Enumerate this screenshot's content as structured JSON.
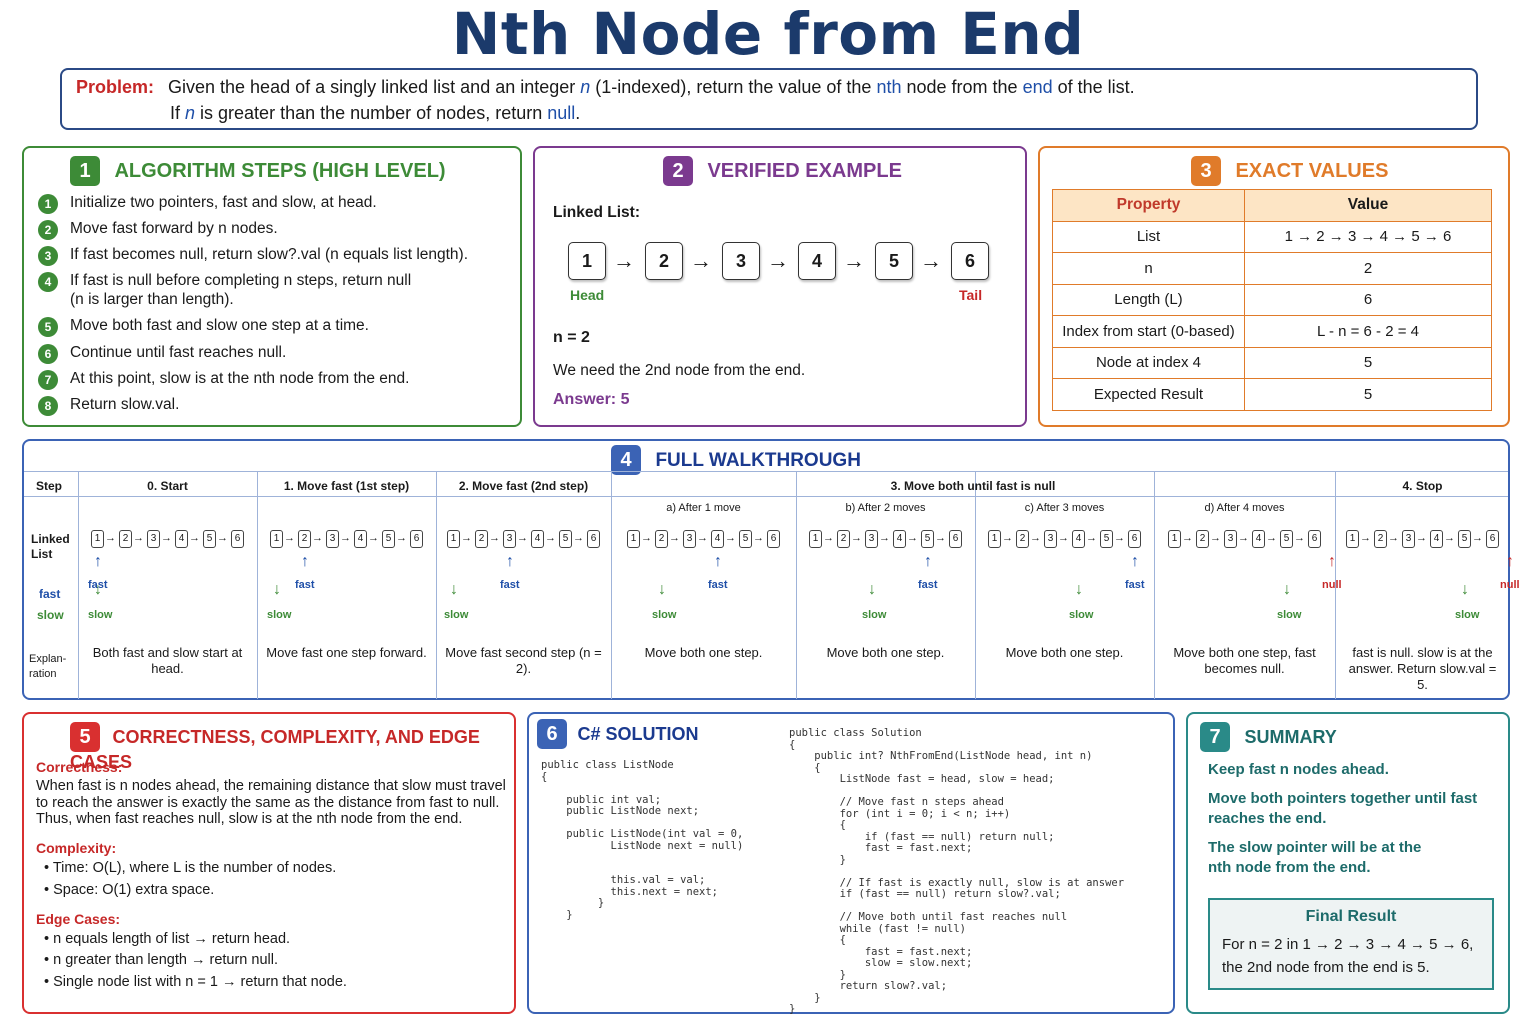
{
  "title": "Nth Node from End",
  "problem": {
    "label": "Problem:",
    "line1_a": "Given the head of a singly linked list and an integer ",
    "n": "n",
    "line1_b": " (1-indexed), return the value of the ",
    "nth": "nth",
    "line1_c": " node from the ",
    "end": "end",
    "line1_d": " of the list.",
    "line2_a": "If ",
    "line2_b": " is greater than the number of nodes, return ",
    "null": "null",
    "dot": "."
  },
  "panel1": {
    "num": "1",
    "title": "ALGORITHM STEPS (HIGH LEVEL)",
    "steps": [
      {
        "num": "1",
        "text": "Initialize two pointers, fast and slow, at head."
      },
      {
        "num": "2",
        "text": "Move fast forward by n nodes."
      },
      {
        "num": "3",
        "text": "If fast becomes null, return slow?.val (n equals list length)."
      },
      {
        "num": "4",
        "text": "If fast is null before completing n steps, return null",
        "text2": "(n is larger than length)."
      },
      {
        "num": "5",
        "text": "Move both fast and slow one step at a time."
      },
      {
        "num": "6",
        "text": "Continue until fast reaches null."
      },
      {
        "num": "7",
        "text": "At this point, slow is at the nth node from the end."
      },
      {
        "num": "8",
        "text": "Return slow.val."
      }
    ]
  },
  "panel2": {
    "num": "2",
    "title": "VERIFIED EXAMPLE",
    "list_label": "Linked List:",
    "nodes": [
      "1",
      "2",
      "3",
      "4",
      "5",
      "6"
    ],
    "arrow": "→",
    "head_label": "Head",
    "tail_label": "Tail",
    "n_eq": "n = 2",
    "need": "We need the 2nd node from the end.",
    "answer": "Answer: 5"
  },
  "panel3": {
    "num": "3",
    "title": "EXACT VALUES",
    "col1": "Property",
    "col2": "Value",
    "rows": [
      {
        "p": "List",
        "v": "1 → 2 → 3 → 4 → 5 → 6"
      },
      {
        "p": "n",
        "v": "2"
      },
      {
        "p": "Length (L)",
        "v": "6"
      },
      {
        "p": "Index from start (0-based)",
        "v": "L - n = 6 - 2 = 4"
      },
      {
        "p": "Node at index 4",
        "v": "5"
      },
      {
        "p": "Expected Result",
        "v": "5"
      }
    ]
  },
  "panel4": {
    "num": "4",
    "title": "FULL WALKTHROUGH",
    "row_step": "Step",
    "row_list": "Linked List",
    "row_fast": "fast",
    "row_slow": "slow",
    "row_expl": "Explan-ration",
    "groups": [
      "0. Start",
      "1. Move fast (1st step)",
      "2. Move fast (2nd step)",
      "3. Move both until fast is null",
      "4. Stop"
    ],
    "subs": [
      "a) After 1 move",
      "b) After 2 moves",
      "c) After 3 moves",
      "d) After 4 moves"
    ],
    "fast": "fast",
    "slow": "slow",
    "null": "null",
    "expl": [
      "Both fast and slow start at head.",
      "Move fast one step forward.",
      "Move fast second step (n = 2).",
      "Move both one step.",
      "Move both one step.",
      "Move both one step.",
      "Move both one step, fast becomes null.",
      "fast is null. slow is at the answer. Return slow.val = 5."
    ],
    "mini_nodes": [
      "1",
      "2",
      "3",
      "4",
      "5",
      "6"
    ]
  },
  "panel5": {
    "num": "5",
    "title": "CORRECTNESS, COMPLEXITY, AND EDGE CASES",
    "correctness_h": "Correctness:",
    "correctness": "When fast is n nodes ahead, the remaining distance that slow must travel to reach the answer is exactly the same as the distance from fast to null. Thus, when fast reaches null, slow is at the nth node from the end.",
    "complexity_h": "Complexity:",
    "time": "Time: O(L), where L is the number of nodes.",
    "space": "Space: O(1) extra space.",
    "edge_h": "Edge Cases:",
    "edges": [
      "n equals length of list → return head.",
      "n greater than length → return null.",
      "Single node list with n = 1 → return that node."
    ]
  },
  "panel6": {
    "num": "6",
    "title": "C# SOLUTION",
    "code_left": "public class ListNode\n{\n\n    public int val;\n    public ListNode next;\n\n    public ListNode(int val = 0,\n           ListNode next = null)\n\n\n           this.val = val;\n           this.next = next;\n         }\n    }",
    "code_right": "public class Solution\n{\n    public int? NthFromEnd(ListNode head, int n)\n    {\n        ListNode fast = head, slow = head;\n\n        // Move fast n steps ahead\n        for (int i = 0; i < n; i++)\n        {\n            if (fast == null) return null;\n            fast = fast.next;\n        }\n\n        // If fast is exactly null, slow is at answer\n        if (fast == null) return slow?.val;\n\n        // Move both until fast reaches null\n        while (fast != null)\n        {\n            fast = fast.next;\n            slow = slow.next;\n        }\n        return slow?.val;\n    }\n}"
  },
  "panel7": {
    "num": "7",
    "title": "SUMMARY",
    "l1": "Keep fast n nodes ahead.",
    "l2": "Move both pointers together until fast reaches the end.",
    "l3": "The slow pointer will be at the nth node from the end.",
    "final_h": "Final Result",
    "final_1": "For n = 2 in 1 → 2 → 3 → 4 → 5 → 6,",
    "final_2": "the 2nd node from the end is 5."
  }
}
